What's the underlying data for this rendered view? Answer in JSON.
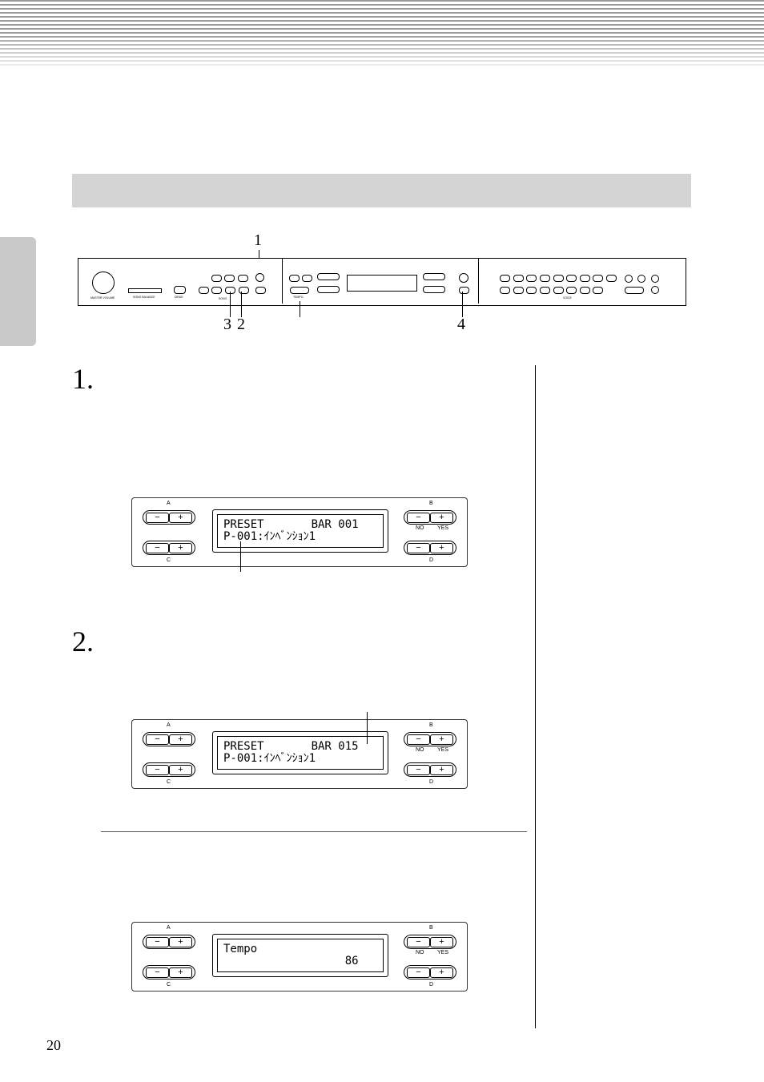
{
  "page": {
    "number": "20"
  },
  "instrument_panel": {
    "callouts": [
      "1",
      "3",
      "2",
      "4"
    ],
    "labels": {
      "master_volume": "MASTER VOLUME",
      "song_balance": "SONG BALANCE",
      "demo": "DEMO",
      "song": "SONG",
      "voice": "VOICE",
      "tempo": "TEMPO"
    }
  },
  "steps": [
    {
      "number": "1."
    },
    {
      "number": "2."
    }
  ],
  "displays": [
    {
      "line1": "PRESET       BAR 001",
      "line2": "P-001:ｲﾝﾍﾞﾝｼｮﾝ1",
      "labels": {
        "a": "A",
        "b": "B",
        "c": "C",
        "d": "D",
        "no": "NO",
        "yes": "YES"
      },
      "minus": "−",
      "plus": "+"
    },
    {
      "line1": "PRESET       BAR 015",
      "line2": "P-001:ｲﾝﾍﾞﾝｼｮﾝ1",
      "labels": {
        "a": "A",
        "b": "B",
        "c": "C",
        "d": "D",
        "no": "NO",
        "yes": "YES"
      },
      "minus": "−",
      "plus": "+"
    },
    {
      "line1": "Tempo",
      "line2": "                  86",
      "labels": {
        "a": "A",
        "b": "B",
        "c": "C",
        "d": "D",
        "no": "NO",
        "yes": "YES"
      },
      "minus": "−",
      "plus": "+"
    }
  ]
}
